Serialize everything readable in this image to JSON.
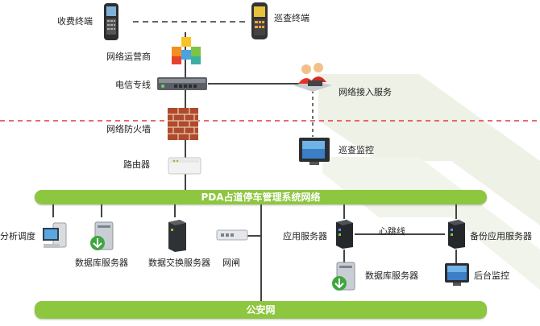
{
  "labels": {
    "charge_terminal": "收费终端",
    "patrol_terminal": "巡查终端",
    "network_operator": "网络运营商",
    "telecom_line": "电信专线",
    "network_access_service": "网络接入服务",
    "firewall": "网络防火墙",
    "patrol_monitor": "巡查监控",
    "router": "路由器",
    "analysis_dispatch": "分析调度",
    "database_server_left": "数据库服务器",
    "data_exchange_server": "数据交换服务器",
    "gateway": "网闸",
    "app_server": "应用服务器",
    "heartbeat_line": "心跳线",
    "backup_app_server": "备份应用服务器",
    "database_server_right": "数据库服务器",
    "backend_monitor": "后台监控"
  },
  "bars": {
    "pda_network": "PDA占道停车管理系统网络",
    "public_security_network": "公安网"
  },
  "colors": {
    "bar_green": "#8dc63f",
    "dashed_red": "#e03a3a",
    "bg_arrow": "#eef1e6"
  },
  "icons": {
    "charge_terminal": "handheld-device-icon",
    "patrol_terminal": "handheld-device-icon",
    "network_operator": "network-cubes-icon",
    "telecom_line": "network-switch-icon",
    "network_access_service": "users-service-icon",
    "firewall": "brick-wall-icon",
    "patrol_monitor": "monitor-icon",
    "router": "router-icon",
    "analysis_dispatch": "workstation-icon",
    "database_server": "database-server-icon",
    "data_exchange_server": "tower-server-icon",
    "gateway": "gateway-icon",
    "app_server": "server-icon",
    "backup_app_server": "server-icon",
    "backend_monitor": "monitor-icon"
  }
}
